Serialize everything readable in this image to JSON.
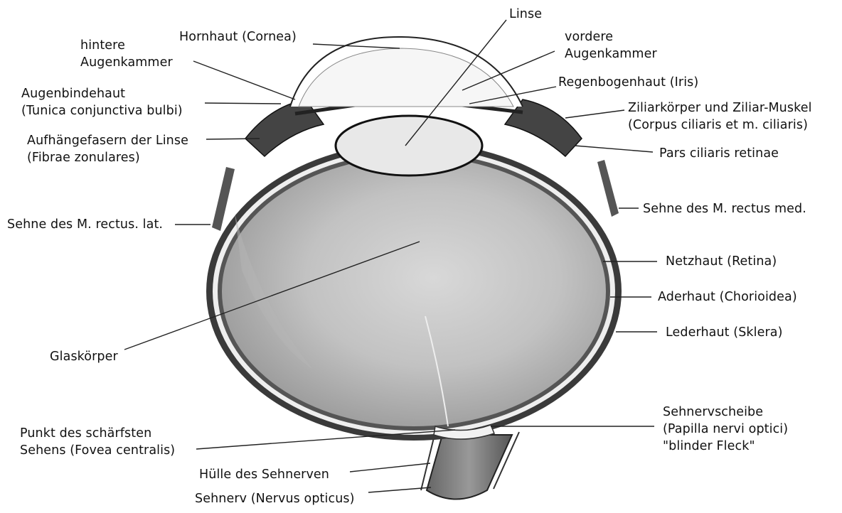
{
  "labels": {
    "linse": "Linse",
    "hornhaut": "Hornhaut (Cornea)",
    "hintere_augenkammer": "hintere\nAugenkammer",
    "vordere_augenkammer": "vordere\nAugenkammer",
    "regenbogenhaut": "Regenbogenhaut (Iris)",
    "augenbindehaut": "Augenbindehaut\n(Tunica conjunctiva bulbi)",
    "ziliarkoerper": "Ziliarkörper und Ziliar-Muskel\n(Corpus ciliaris et m. ciliaris)",
    "aufhaengefasern": "Aufhängefasern der Linse\n(Fibrae zonulares)",
    "pars_ciliaris": "Pars ciliaris retinae",
    "rectus_lat": "Sehne des M. rectus. lat.",
    "rectus_med": "Sehne des M. rectus med.",
    "netzhaut": "Netzhaut (Retina)",
    "aderhaut": "Aderhaut (Chorioidea)",
    "lederhaut": "Lederhaut (Sklera)",
    "glaskoerper": "Glaskörper",
    "sehnervscheibe": "Sehnervscheibe\n(Papilla nervi optici)\n\"blinder Fleck\"",
    "fovea": "Punkt des schärfsten\nSehens (Fovea centralis)",
    "huelle": "Hülle des Sehnerven",
    "sehnerv": "Sehnerv (Nervus opticus)"
  }
}
